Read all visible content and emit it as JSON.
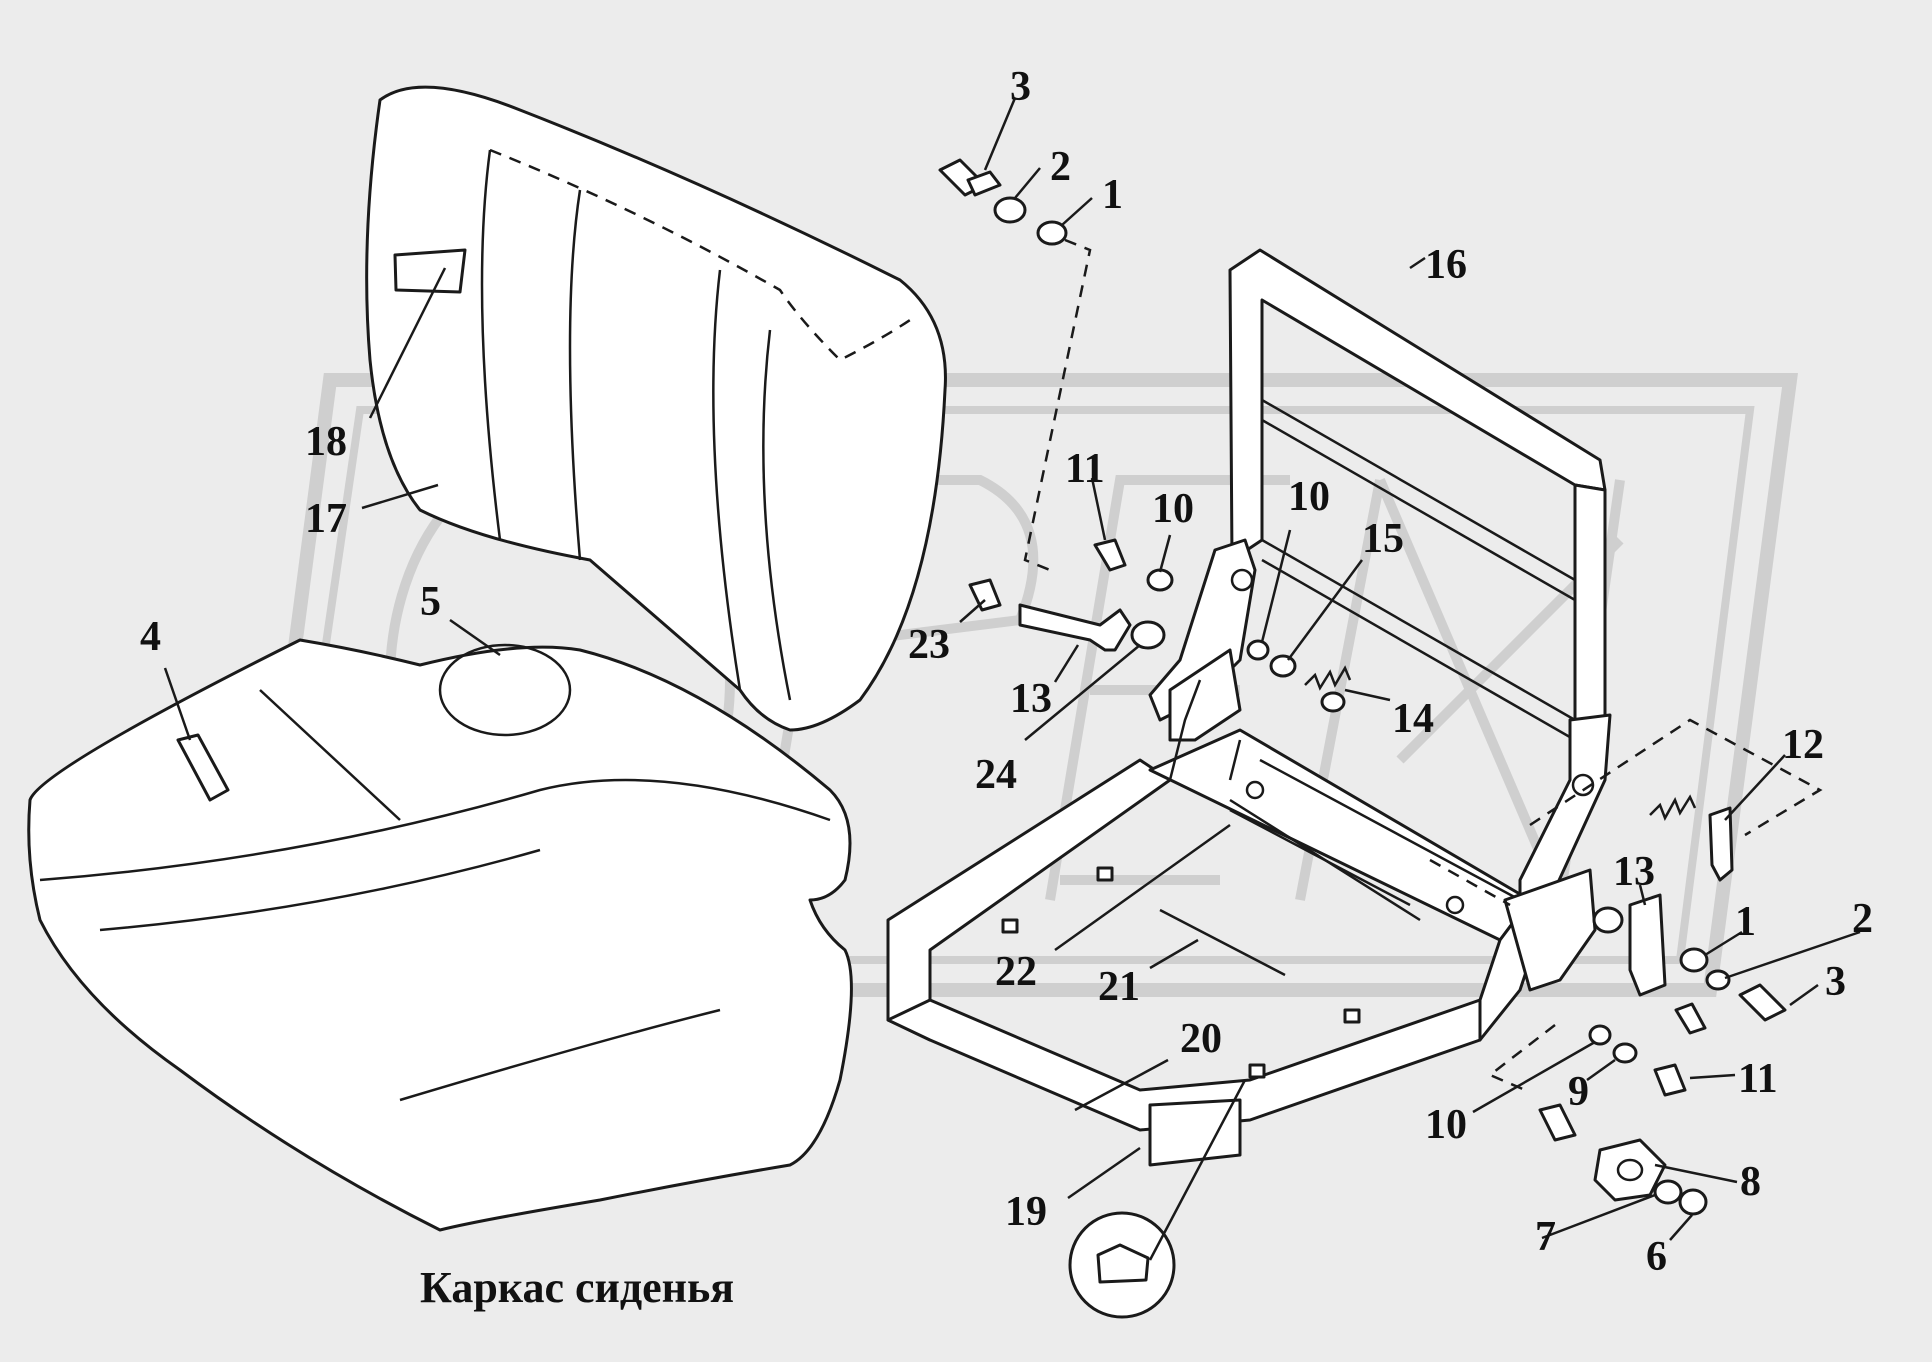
{
  "caption": "Каркас сиденья",
  "colors": {
    "background": "#ececec",
    "watermark": "#d2d2d2",
    "ink": "#1a1a1a"
  },
  "callouts": [
    {
      "id": "c3a",
      "text": "3"
    },
    {
      "id": "c2a",
      "text": "2"
    },
    {
      "id": "c1a",
      "text": "1"
    },
    {
      "id": "c16",
      "text": "16"
    },
    {
      "id": "c18",
      "text": "18"
    },
    {
      "id": "c17",
      "text": "17"
    },
    {
      "id": "c11a",
      "text": "11"
    },
    {
      "id": "c10a",
      "text": "10"
    },
    {
      "id": "c10b",
      "text": "10"
    },
    {
      "id": "c15",
      "text": "15"
    },
    {
      "id": "c5",
      "text": "5"
    },
    {
      "id": "c4",
      "text": "4"
    },
    {
      "id": "c23",
      "text": "23"
    },
    {
      "id": "c13a",
      "text": "13"
    },
    {
      "id": "c14",
      "text": "14"
    },
    {
      "id": "c24",
      "text": "24"
    },
    {
      "id": "c12",
      "text": "12"
    },
    {
      "id": "c13b",
      "text": "13"
    },
    {
      "id": "c1b",
      "text": "1"
    },
    {
      "id": "c2b",
      "text": "2"
    },
    {
      "id": "c3b",
      "text": "3"
    },
    {
      "id": "c22",
      "text": "22"
    },
    {
      "id": "c21",
      "text": "21"
    },
    {
      "id": "c20",
      "text": "20"
    },
    {
      "id": "c11b",
      "text": "11"
    },
    {
      "id": "c9",
      "text": "9"
    },
    {
      "id": "c10c",
      "text": "10"
    },
    {
      "id": "c8",
      "text": "8"
    },
    {
      "id": "c19",
      "text": "19"
    },
    {
      "id": "c7",
      "text": "7"
    },
    {
      "id": "c6",
      "text": "6"
    }
  ]
}
